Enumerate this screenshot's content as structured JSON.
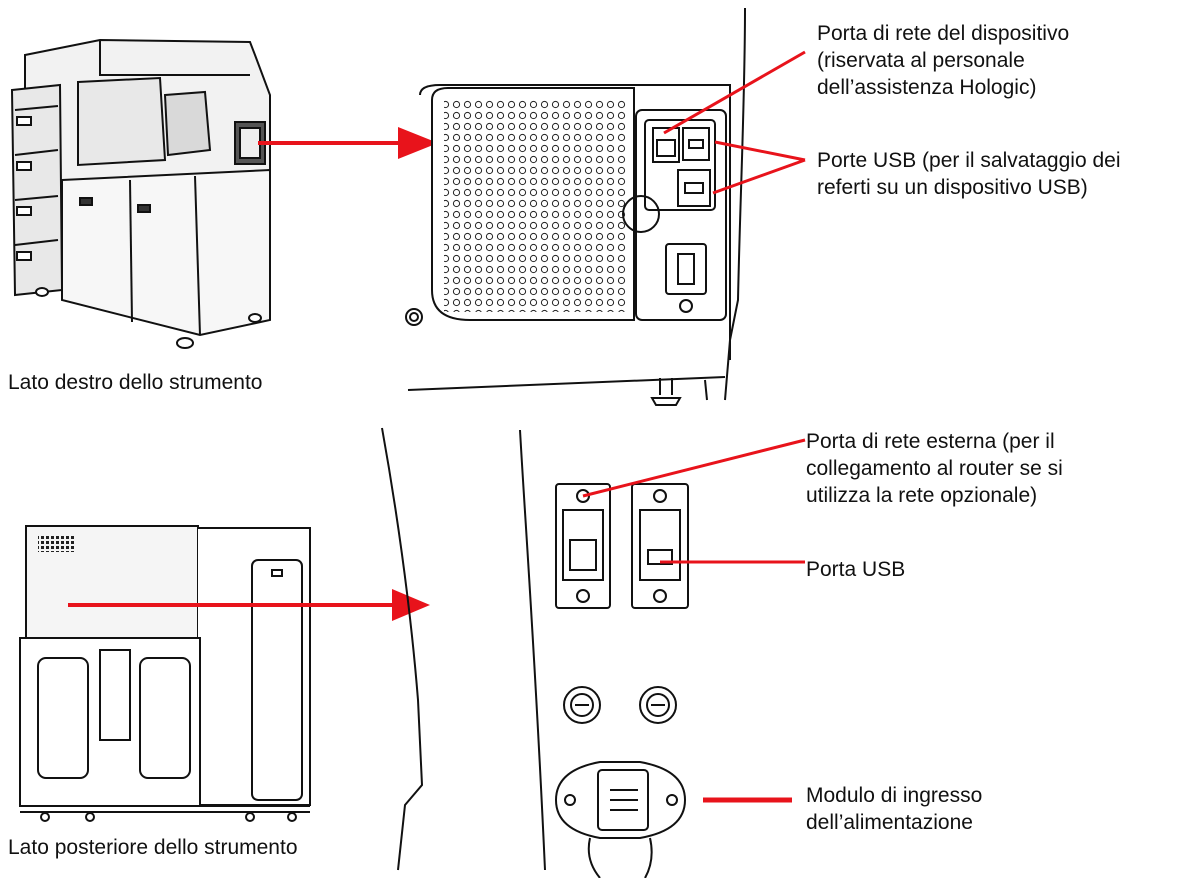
{
  "captions": {
    "right_side": "Lato destro dello strumento",
    "rear_side": "Lato posteriore dello strumento"
  },
  "callouts": {
    "device_network_port": [
      "Porta di rete del dispositivo",
      "(riservata al personale",
      "dell’assistenza Hologic)"
    ],
    "usb_ports": [
      "Porte USB (per il salvataggio dei",
      "referti su un dispositivo USB)"
    ],
    "external_network_port": [
      "Porta di rete esterna (per il",
      "collegamento al router se si",
      "utilizza la rete opzionale)"
    ],
    "usb_port": [
      "Porta USB"
    ],
    "power_inlet": [
      "Modulo di ingresso",
      "dell’alimentazione"
    ]
  },
  "colors": {
    "callout": "#e8131b",
    "outline": "#111111"
  }
}
